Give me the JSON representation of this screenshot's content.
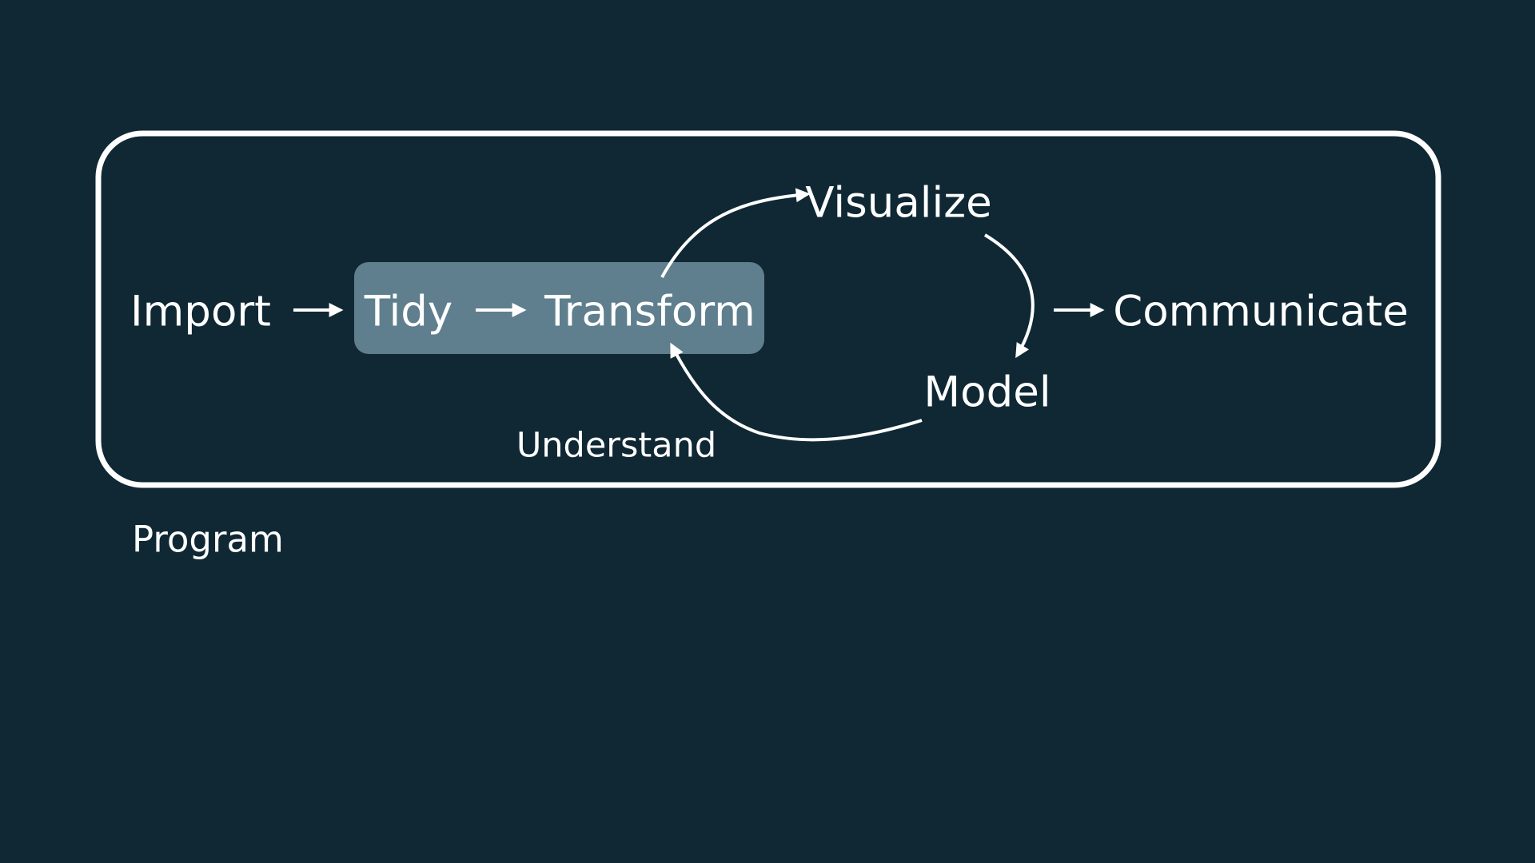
{
  "colors": {
    "background": "#0f2834",
    "frame": "#ffffff",
    "text": "#ffffff",
    "highlight": "#5f7e8e",
    "arrow": "#ffffff"
  },
  "diagram": {
    "frame_label": "Program",
    "nodes": {
      "import": "Import",
      "tidy": "Tidy",
      "transform": "Transform",
      "visualize": "Visualize",
      "model": "Model",
      "communicate": "Communicate"
    },
    "cycle_label": "Understand"
  }
}
